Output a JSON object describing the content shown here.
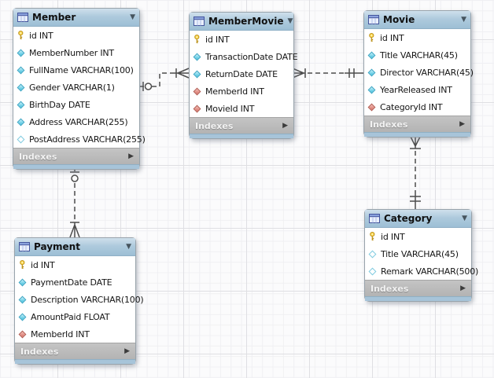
{
  "ui": {
    "collapse_glyph": "▼",
    "expand_glyph": "▶"
  },
  "diagram": {
    "tables": [
      {
        "id": "member",
        "title": "Member",
        "footer": "Indexes",
        "columns": [
          {
            "icon": "primary-key",
            "label": "id INT"
          },
          {
            "icon": "attribute",
            "label": "MemberNumber INT"
          },
          {
            "icon": "attribute",
            "label": "FullName VARCHAR(100)"
          },
          {
            "icon": "attribute",
            "label": "Gender VARCHAR(1)"
          },
          {
            "icon": "attribute",
            "label": "BirthDay DATE"
          },
          {
            "icon": "attribute",
            "label": "Address VARCHAR(255)"
          },
          {
            "icon": "attribute-nullable",
            "label": "PostAddress VARCHAR(255)"
          }
        ]
      },
      {
        "id": "membermovie",
        "title": "MemberMovie",
        "footer": "Indexes",
        "columns": [
          {
            "icon": "primary-key",
            "label": "id INT"
          },
          {
            "icon": "attribute",
            "label": "TransactionDate DATE"
          },
          {
            "icon": "attribute",
            "label": "ReturnDate DATE"
          },
          {
            "icon": "foreign-key",
            "label": "MemberId INT"
          },
          {
            "icon": "foreign-key",
            "label": "MovieId INT"
          }
        ]
      },
      {
        "id": "movie",
        "title": "Movie",
        "footer": "Indexes",
        "columns": [
          {
            "icon": "primary-key",
            "label": "id INT"
          },
          {
            "icon": "attribute",
            "label": "Title VARCHAR(45)"
          },
          {
            "icon": "attribute",
            "label": "Director VARCHAR(45)"
          },
          {
            "icon": "attribute",
            "label": "YearReleased INT"
          },
          {
            "icon": "foreign-key",
            "label": "CategoryId INT"
          }
        ]
      },
      {
        "id": "category",
        "title": "Category",
        "footer": "Indexes",
        "columns": [
          {
            "icon": "primary-key",
            "label": "id INT"
          },
          {
            "icon": "attribute-nullable",
            "label": "Title VARCHAR(45)"
          },
          {
            "icon": "attribute-nullable",
            "label": "Remark VARCHAR(500)"
          }
        ]
      },
      {
        "id": "payment",
        "title": "Payment",
        "footer": "Indexes",
        "columns": [
          {
            "icon": "primary-key",
            "label": "id INT"
          },
          {
            "icon": "attribute",
            "label": "PaymentDate DATE"
          },
          {
            "icon": "attribute",
            "label": "Description VARCHAR(100)"
          },
          {
            "icon": "attribute",
            "label": "AmountPaid FLOAT"
          },
          {
            "icon": "foreign-key",
            "label": "MemberId INT"
          }
        ]
      }
    ],
    "relationships": [
      {
        "from": "Member",
        "to": "MemberMovie",
        "from_cardinality": "zero-or-one",
        "to_cardinality": "one-or-many",
        "line_style": "dashed"
      },
      {
        "from": "Movie",
        "to": "MemberMovie",
        "from_cardinality": "exactly-one",
        "to_cardinality": "one-or-many",
        "line_style": "dashed"
      },
      {
        "from": "Category",
        "to": "Movie",
        "from_cardinality": "exactly-one",
        "to_cardinality": "one-or-many",
        "line_style": "dashed"
      },
      {
        "from": "Member",
        "to": "Payment",
        "from_cardinality": "zero-or-one",
        "to_cardinality": "one-or-many",
        "line_style": "dashed"
      }
    ]
  },
  "colors": {
    "table_header_blue": "#aecadd",
    "indexes_bar_gray": "#b9b9b9",
    "connector_gray": "#4d4d4d",
    "primary_key_icon": "#ffd94f",
    "attribute_icon": "#59c8e2",
    "foreign_key_icon": "#db7e74"
  }
}
